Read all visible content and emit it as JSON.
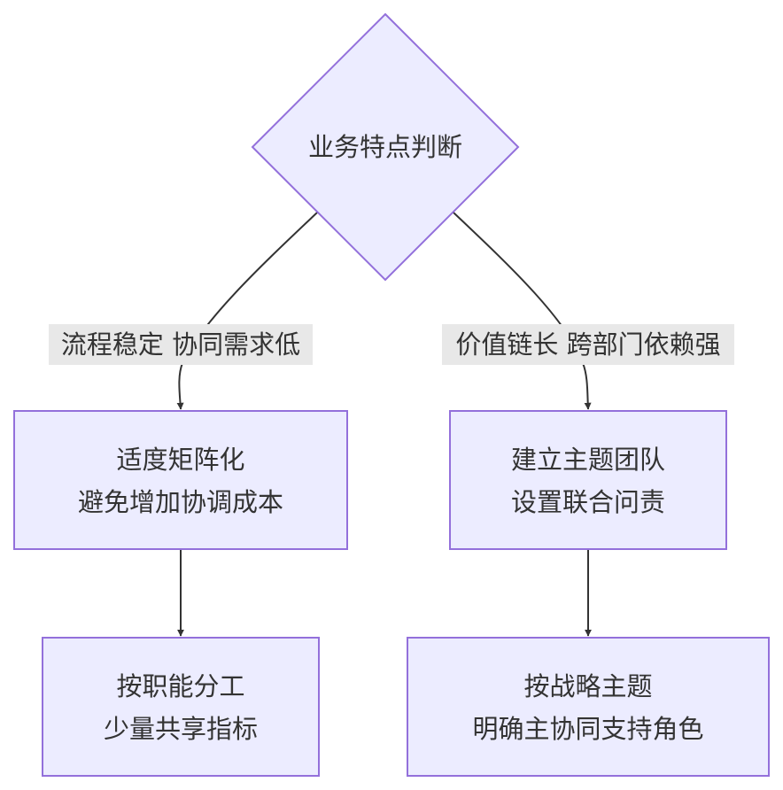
{
  "diagram": {
    "type": "flowchart",
    "colors": {
      "node_fill": "#ececff",
      "node_stroke": "#9370db",
      "edge": "#333333",
      "text": "#333333",
      "label_bg": "#e8e8e8"
    },
    "decision": {
      "label": "业务特点判断"
    },
    "edges": {
      "left": {
        "label": "流程稳定 协同需求低"
      },
      "right": {
        "label": "价值链长 跨部门依赖强"
      }
    },
    "left_branch": {
      "mid": {
        "line1": "适度矩阵化",
        "line2": "避免增加协调成本"
      },
      "end": {
        "line1": "按职能分工",
        "line2": "少量共享指标"
      }
    },
    "right_branch": {
      "mid": {
        "line1": "建立主题团队",
        "line2": "设置联合问责"
      },
      "end": {
        "line1": "按战略主题",
        "line2": "明确主协同支持角色"
      }
    }
  }
}
